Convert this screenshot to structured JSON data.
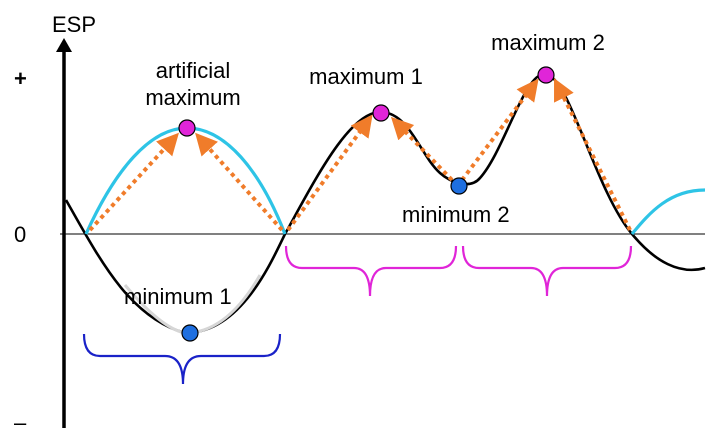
{
  "axis": {
    "y_title": "ESP",
    "plus_label": "+",
    "zero_label": "0",
    "minus_label": "–"
  },
  "labels": {
    "artificial_line1": "artificial",
    "artificial_line2": "maximum",
    "maximum_1": "maximum 1",
    "maximum_2": "maximum 2",
    "minimum_1": "minimum 1",
    "minimum_2": "minimum 2"
  },
  "colors": {
    "curve": "#000000",
    "highlight_curve": "#2ec4e6",
    "gradient_arrow": "#f07c2a",
    "maximum_point": "#e025d8",
    "minimum_point": "#1e6fe0",
    "brace_minimum_1": "#1a22c8",
    "brace_maxima": "#e025d8"
  }
}
